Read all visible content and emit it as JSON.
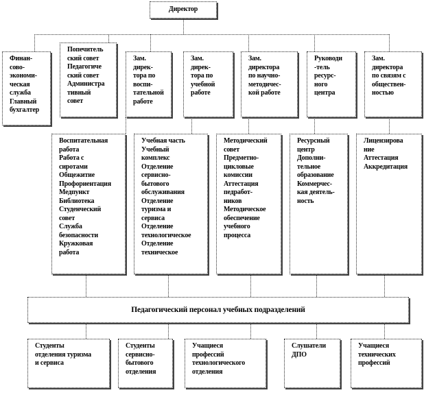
{
  "director": "Директор",
  "top_row": [
    {
      "lines": [
        "Финан-",
        "сово-",
        "экономи-",
        "ческая",
        "служба",
        "Главный",
        "бухгалтер"
      ]
    },
    {
      "lines": [
        "Попечитель",
        "ский совет",
        "Педагогиче",
        "ский совет",
        "Администра",
        "тивный",
        "совет"
      ]
    },
    {
      "lines": [
        "Зам.",
        "дирек-",
        "тора по",
        "воспи-",
        "тательной",
        "работе"
      ]
    },
    {
      "lines": [
        "Зам.",
        "дирек-",
        "тора по",
        "учебной",
        "работе"
      ]
    },
    {
      "lines": [
        "Зам.",
        "директора",
        "по научно-",
        "методичес-",
        "кой работе"
      ]
    },
    {
      "lines": [
        "Руководи",
        "-тель",
        "ресурс-",
        "ного",
        "центра"
      ]
    },
    {
      "lines": [
        "Зам.",
        "директора",
        "по связям с",
        "обществен-",
        "ностью"
      ]
    }
  ],
  "second_row": [
    {
      "lines": [
        "Воспитательная",
        "работа",
        "Работа с",
        "сиротами",
        "Общежитие",
        "Профориентация",
        "Медпункт",
        "Библиотека",
        "Студенческий",
        "совет",
        "Служба",
        "безопасности",
        "Кружковая",
        "работа"
      ]
    },
    {
      "lines": [
        "Учебная часть",
        "Учебный",
        "комплекс",
        "Отделение",
        "сервисно-",
        "бытового",
        "обслуживания",
        "Отделение",
        "туризма и",
        "сервиса",
        "Отделение",
        "технологическое",
        "Отделение",
        "техническое"
      ]
    },
    {
      "lines": [
        "Методический",
        "совет",
        "Предметно-",
        "цикловые",
        "комиссии",
        "Аттестация",
        "педработ-",
        "ников",
        "Методическое",
        "обеспечение",
        "учебного",
        "процесса"
      ]
    },
    {
      "lines": [
        "Ресурсный",
        "центр",
        "Дополни-",
        "тельное",
        "образование",
        "Коммерчес-",
        "кая деятель-",
        "ность"
      ]
    },
    {
      "lines": [
        "Лицензирова",
        "ние",
        "Аттестация",
        "Аккредитация"
      ]
    }
  ],
  "staff": "Педагогический персонал учебных подразделений",
  "bottom_row": [
    {
      "lines": [
        "Студенты",
        "отделения туризма",
        "и сервиса"
      ]
    },
    {
      "lines": [
        "Студенты",
        "сервисно-",
        "бытового",
        "отделения"
      ]
    },
    {
      "lines": [
        "Учащиеся",
        "профессий",
        "технологического",
        "отделения"
      ]
    },
    {
      "lines": [
        "Слушатели",
        "ДПО"
      ]
    },
    {
      "lines": [
        "Учащиеся",
        "технических",
        "профессий"
      ]
    }
  ]
}
